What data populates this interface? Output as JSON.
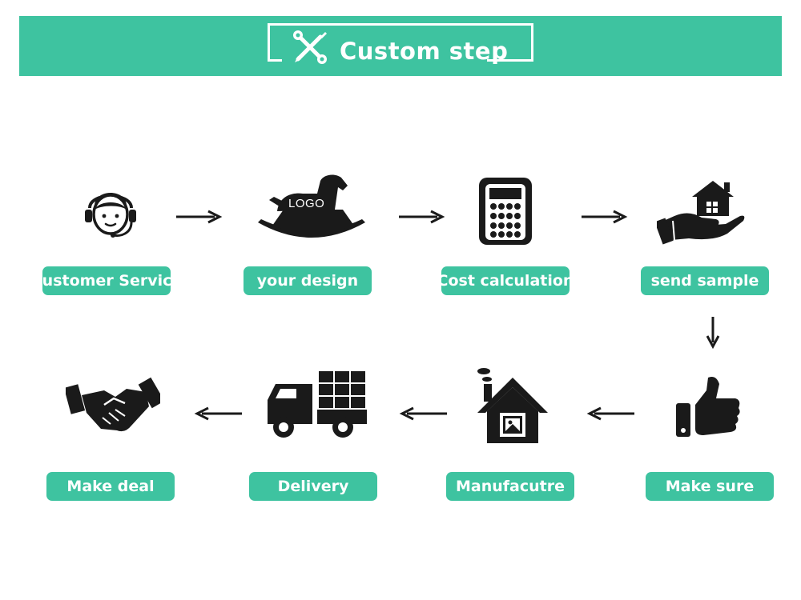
{
  "header": {
    "title": "Custom step"
  },
  "icons": {
    "title": "wrench-pencil-icon",
    "customer_service": "headset-agent-icon",
    "your_design": "rocking-horse-logo-icon",
    "cost_calculation": "calculator-icon",
    "send_sample": "hand-holding-house-icon",
    "make_sure": "thumbs-up-icon",
    "manufacture": "factory-house-icon",
    "delivery": "delivery-truck-icon",
    "make_deal": "handshake-icon"
  },
  "steps": [
    {
      "label": "Customer Service"
    },
    {
      "label": "your design",
      "logo_text": "LOGO"
    },
    {
      "label": "Cost calculation"
    },
    {
      "label": "send sample"
    },
    {
      "label": "Make sure"
    },
    {
      "label": "Manufacutre"
    },
    {
      "label": "Delivery"
    },
    {
      "label": "Make deal"
    }
  ],
  "colors": {
    "accent": "#3ec3a0",
    "icon": "#1a1a1a",
    "text_on_accent": "#ffffff"
  }
}
